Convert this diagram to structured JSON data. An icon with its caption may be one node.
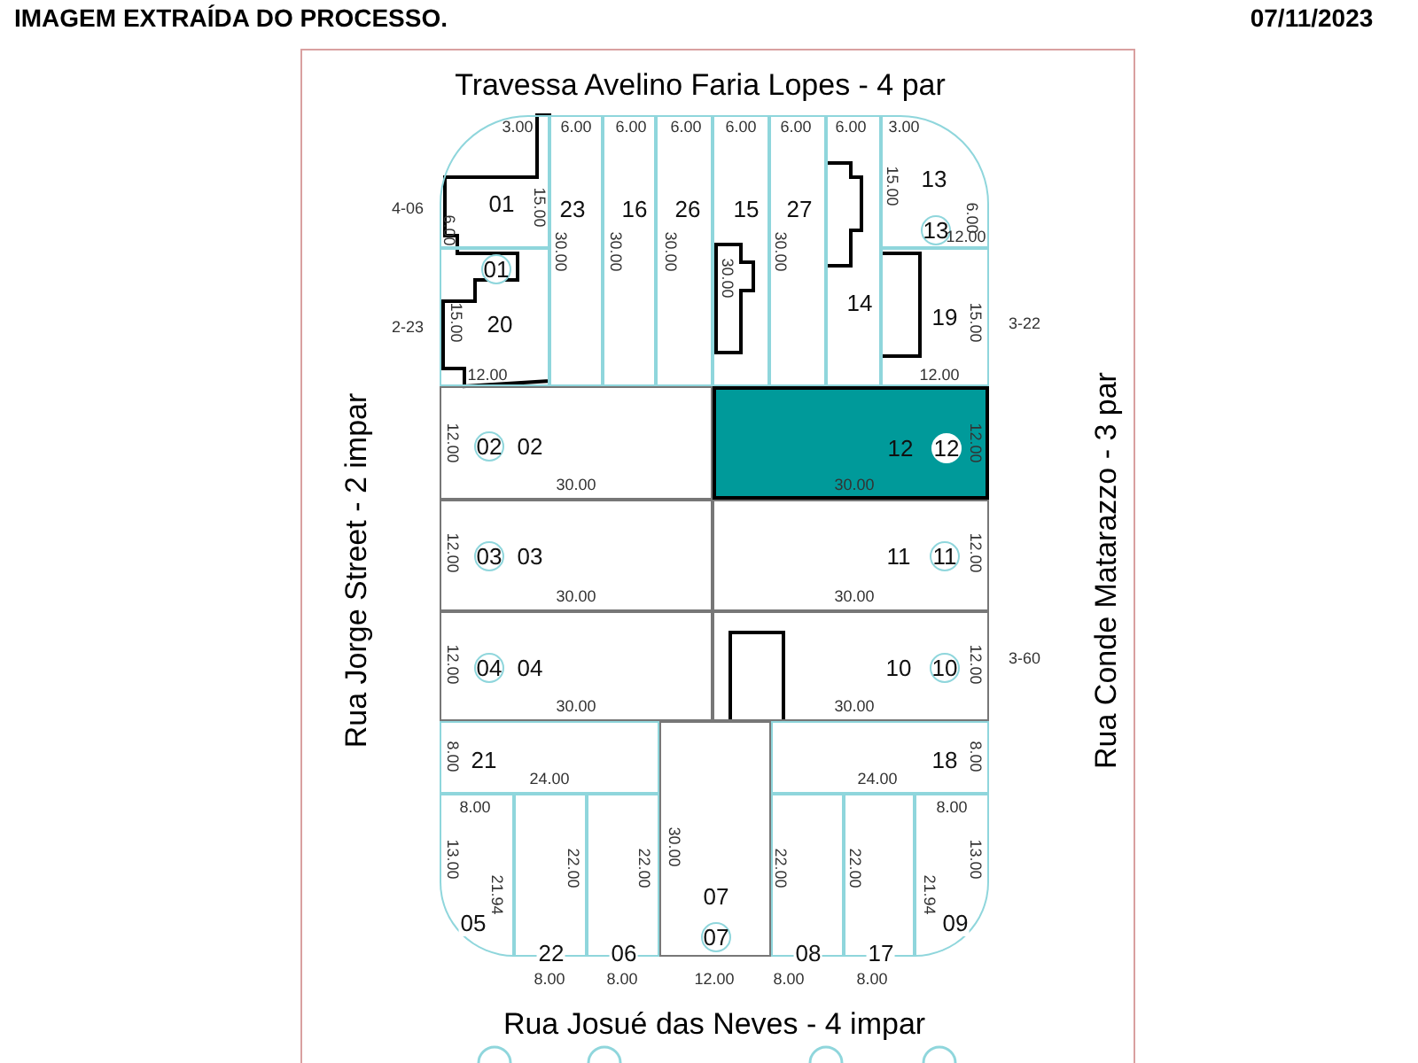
{
  "diagram": {
    "title": "IMAGEM EXTRAÍDA DO PROCESSO.",
    "nodes": [
      {
        "text": [
          "01"
        ]
      },
      {
        "text": [
          "01",
          "20"
        ]
      },
      {
        "text": [
          "23"
        ]
      },
      {
        "text": [
          "16"
        ]
      },
      {
        "text": [
          "26"
        ]
      },
      {
        "text": [
          "15"
        ]
      },
      {
        "text": [
          "27"
        ]
      },
      {
        "text": [
          "14"
        ]
      },
      {
        "text": [
          "13",
          "13"
        ]
      },
      {
        "text": [
          "19"
        ]
      },
      {
        "text": [
          "02",
          "02"
        ]
      },
      {
        "text": [
          "12",
          "12"
        ]
      },
      {
        "text": [
          "03",
          "03"
        ]
      },
      {
        "text": [
          "11",
          "11"
        ]
      },
      {
        "text": [
          "04",
          "04"
        ]
      },
      {
        "text": [
          "10",
          "10"
        ]
      },
      {
        "text": [
          "21"
        ]
      },
      {
        "text": [
          "07",
          "07"
        ]
      },
      {
        "text": [
          "18"
        ]
      },
      {
        "text": [
          "05"
        ]
      },
      {
        "text": [
          "22"
        ]
      },
      {
        "text": [
          "06"
        ]
      },
      {
        "text": [
          "08"
        ]
      },
      {
        "text": [
          "17"
        ]
      },
      {
        "text": [
          "09"
        ]
      }
    ],
    "labels": [
      "07/11/2023",
      "Travessa Avelino Faria Lopes - 4 par",
      "3.00",
      "6.00",
      "6.00",
      "6.00",
      "6.00",
      "6.00",
      "6.00",
      "3.00",
      "4-06",
      "6.00",
      "15.00",
      "30.00",
      "30.00",
      "30.00",
      "30.00",
      "30.00",
      "15.00",
      "6.00",
      "12.00",
      "2-23",
      "15.00",
      "15.00",
      "3-22",
      "12.00",
      "12.00",
      "12.00",
      "30.00",
      "30.00",
      "12.00",
      "12.00",
      "30.00",
      "30.00",
      "12.00",
      "12.00",
      "3-60",
      "30.00",
      "30.00",
      "12.00",
      "Rua Jorge Street - 2 impar",
      "Rua Conde Matarazzo - 3 par",
      "8.00",
      "24.00",
      "24.00",
      "8.00",
      "8.00",
      "8.00",
      "13.00",
      "21.94",
      "22.00",
      "22.00",
      "30.00",
      "22.00",
      "22.00",
      "21.94",
      "13.00",
      "8.00",
      "8.00",
      "12.00",
      "8.00",
      "8.00",
      "Rua Josué das Neves - 4 impar"
    ]
  }
}
